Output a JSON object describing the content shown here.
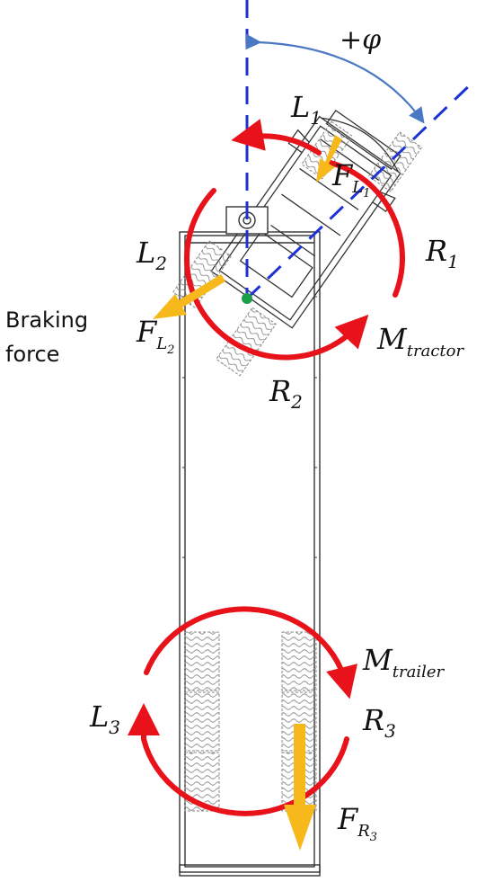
{
  "labels": {
    "phi": "+φ",
    "L1": {
      "main": "L",
      "sub": "1"
    },
    "FL1": {
      "main": "F",
      "sub": "L",
      "subsub": "1"
    },
    "R1": {
      "main": "R",
      "sub": "1"
    },
    "L2": {
      "main": "L",
      "sub": "2"
    },
    "FL2": {
      "main": "F",
      "sub": "L",
      "subsub": "2"
    },
    "braking_line1": "Braking",
    "braking_line2": "force",
    "Mtractor": {
      "main": "M",
      "sub": "tractor"
    },
    "R2": {
      "main": "R",
      "sub": "2"
    },
    "Mtrailer": {
      "main": "M",
      "sub": "trailer"
    },
    "L3": {
      "main": "L",
      "sub": "3"
    },
    "R3": {
      "main": "R",
      "sub": "3"
    },
    "FR3": {
      "main": "F",
      "sub": "R",
      "subsub": "3"
    }
  },
  "colors": {
    "moment_arrow": "#e8121a",
    "force_arrow": "#f6b81a",
    "axis_line": "#1d32d6",
    "angle_arc": "#4a78c4",
    "pivot": "#1aa04a",
    "structure": "#333333",
    "tire": "#8a8a8a"
  }
}
